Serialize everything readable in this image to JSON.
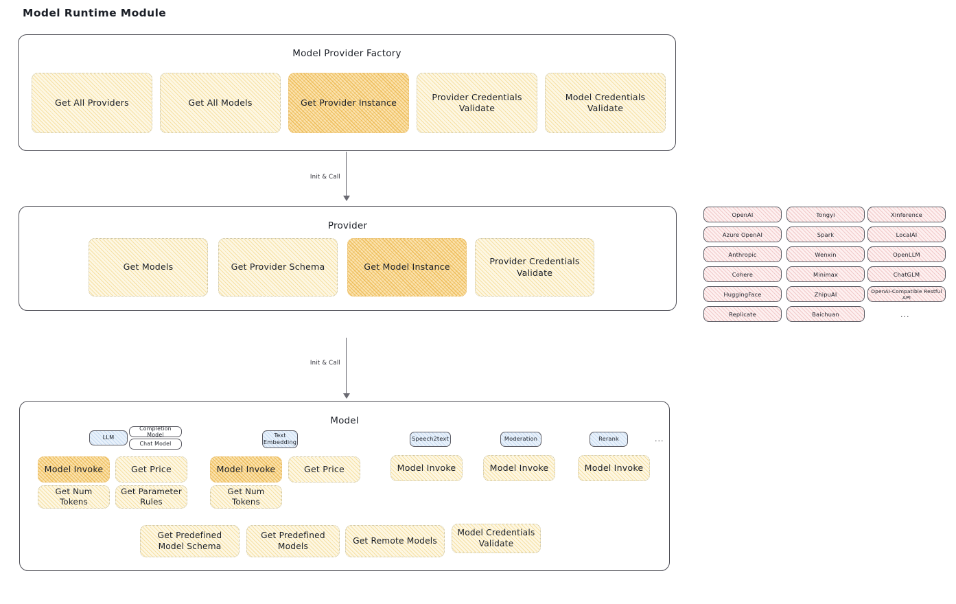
{
  "page": {
    "title": "Model Runtime Module"
  },
  "colors": {
    "card_fill": "#fdf7e3",
    "card_highlight_fill": "#fbe2ad",
    "provider_pill_fill": "#fdf0f0",
    "model_badge_fill": "#e8f1fb",
    "border": "#4a4a52",
    "text": "#1b1f27"
  },
  "factory": {
    "title": "Model Provider Factory",
    "cards": [
      {
        "label": "Get All Providers",
        "highlight": false
      },
      {
        "label": "Get All Models",
        "highlight": false
      },
      {
        "label": "Get Provider Instance",
        "highlight": true
      },
      {
        "label": "Provider Credentials Validate",
        "highlight": false
      },
      {
        "label": "Model Credentials Validate",
        "highlight": false
      }
    ]
  },
  "connector_top": {
    "label": "Init & Call"
  },
  "provider": {
    "title": "Provider",
    "cards": [
      {
        "label": "Get Models",
        "highlight": false
      },
      {
        "label": "Get Provider Schema",
        "highlight": false
      },
      {
        "label": "Get Model Instance",
        "highlight": true
      },
      {
        "label": "Provider Credentials Validate",
        "highlight": false
      }
    ]
  },
  "provider_list": {
    "columns": [
      [
        "OpenAI",
        "Azure OpenAI",
        "Anthropic",
        "Cohere",
        "HuggingFace",
        "Replicate"
      ],
      [
        "Tongyi",
        "Spark",
        "Wenxin",
        "Minimax",
        "ZhipuAI",
        "Baichuan"
      ],
      [
        "Xinference",
        "LocalAI",
        "OpenLLM",
        "ChatGLM",
        "OpenAI-Compatible Restful API"
      ]
    ],
    "more": "..."
  },
  "connector_bottom": {
    "label": "Init & Call"
  },
  "model": {
    "title": "Model",
    "more": "...",
    "types": [
      {
        "badge": "LLM",
        "sub_badges": [
          "Completion Model",
          "Chat Model"
        ],
        "cards": [
          {
            "label": "Model Invoke",
            "highlight": true
          },
          {
            "label": "Get Price",
            "highlight": false
          },
          {
            "label": "Get Num Tokens",
            "highlight": false
          },
          {
            "label": "Get Parameter Rules",
            "highlight": false
          }
        ]
      },
      {
        "badge": "Text Embedding",
        "sub_badges": [],
        "cards": [
          {
            "label": "Model Invoke",
            "highlight": true
          },
          {
            "label": "Get Price",
            "highlight": false
          },
          {
            "label": "Get Num Tokens",
            "highlight": false
          }
        ]
      },
      {
        "badge": "Speech2text",
        "sub_badges": [],
        "cards": [
          {
            "label": "Model Invoke",
            "highlight": false
          }
        ]
      },
      {
        "badge": "Moderation",
        "sub_badges": [],
        "cards": [
          {
            "label": "Model Invoke",
            "highlight": false
          }
        ]
      },
      {
        "badge": "Rerank",
        "sub_badges": [],
        "cards": [
          {
            "label": "Model Invoke",
            "highlight": false
          }
        ]
      }
    ],
    "common_cards": [
      {
        "label": "Get Predefined Model Schema",
        "highlight": false
      },
      {
        "label": "Get Predefined Models",
        "highlight": false
      },
      {
        "label": "Get Remote Models",
        "highlight": false
      },
      {
        "label": "Model Credentials Validate",
        "highlight": false
      }
    ]
  }
}
